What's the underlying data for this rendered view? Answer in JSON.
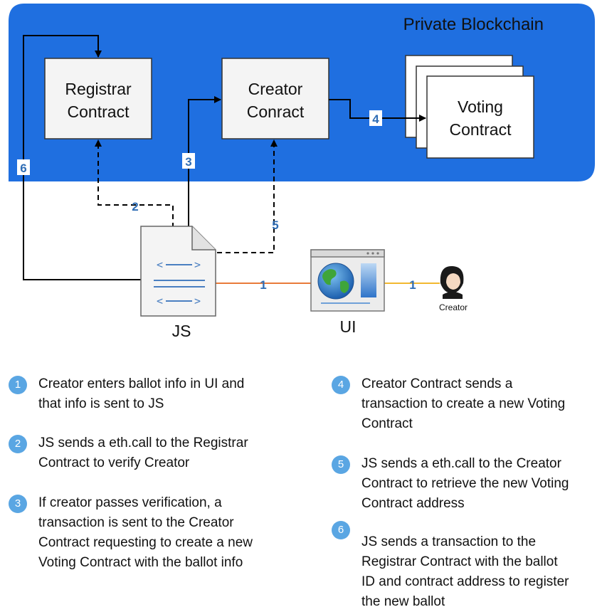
{
  "blockchain": {
    "title": "Private Blockchain"
  },
  "nodes": {
    "registrar": {
      "line1": "Registrar",
      "line2": "Contract"
    },
    "creator": {
      "line1": "Creator",
      "line2": "Conract"
    },
    "voting": {
      "line1": "Voting",
      "line2": "Contract"
    },
    "js": {
      "label": "JS"
    },
    "ui": {
      "label": "UI"
    },
    "user": {
      "label": "Creator"
    }
  },
  "edges": {
    "e1a": "1",
    "e1b": "1",
    "e2": "2",
    "e3": "3",
    "e4": "4",
    "e5": "5",
    "e6": "6"
  },
  "colors": {
    "blockchain_bg": "#1f6fe0",
    "step_circle": "#5aa6e3",
    "ui_js_line": "#e87a3a",
    "ui_user_line": "#f2b830",
    "edge_label": "#2f6db5"
  },
  "steps": [
    {
      "num": "1",
      "lines": [
        "Creator enters ballot info in UI and",
        "that info is sent to JS"
      ]
    },
    {
      "num": "2",
      "lines": [
        "JS sends a eth.call to the Registrar",
        "Contract to verify Creator"
      ]
    },
    {
      "num": "3",
      "lines": [
        "If creator passes verification, a",
        "transaction is sent to the Creator",
        "Contract requesting to create a new",
        "Voting Contract with the ballot info"
      ]
    },
    {
      "num": "4",
      "lines": [
        "Creator Contract sends a",
        "transaction to create a new Voting",
        "Contract"
      ]
    },
    {
      "num": "5",
      "lines": [
        "JS sends a eth.call to the Creator",
        "Contract to retrieve the new Voting",
        "Contract address"
      ]
    },
    {
      "num": "6",
      "lines": [
        "JS sends a transaction to the",
        "Registrar Contract with the ballot",
        "ID and contract address to register",
        "the new ballot"
      ]
    }
  ]
}
